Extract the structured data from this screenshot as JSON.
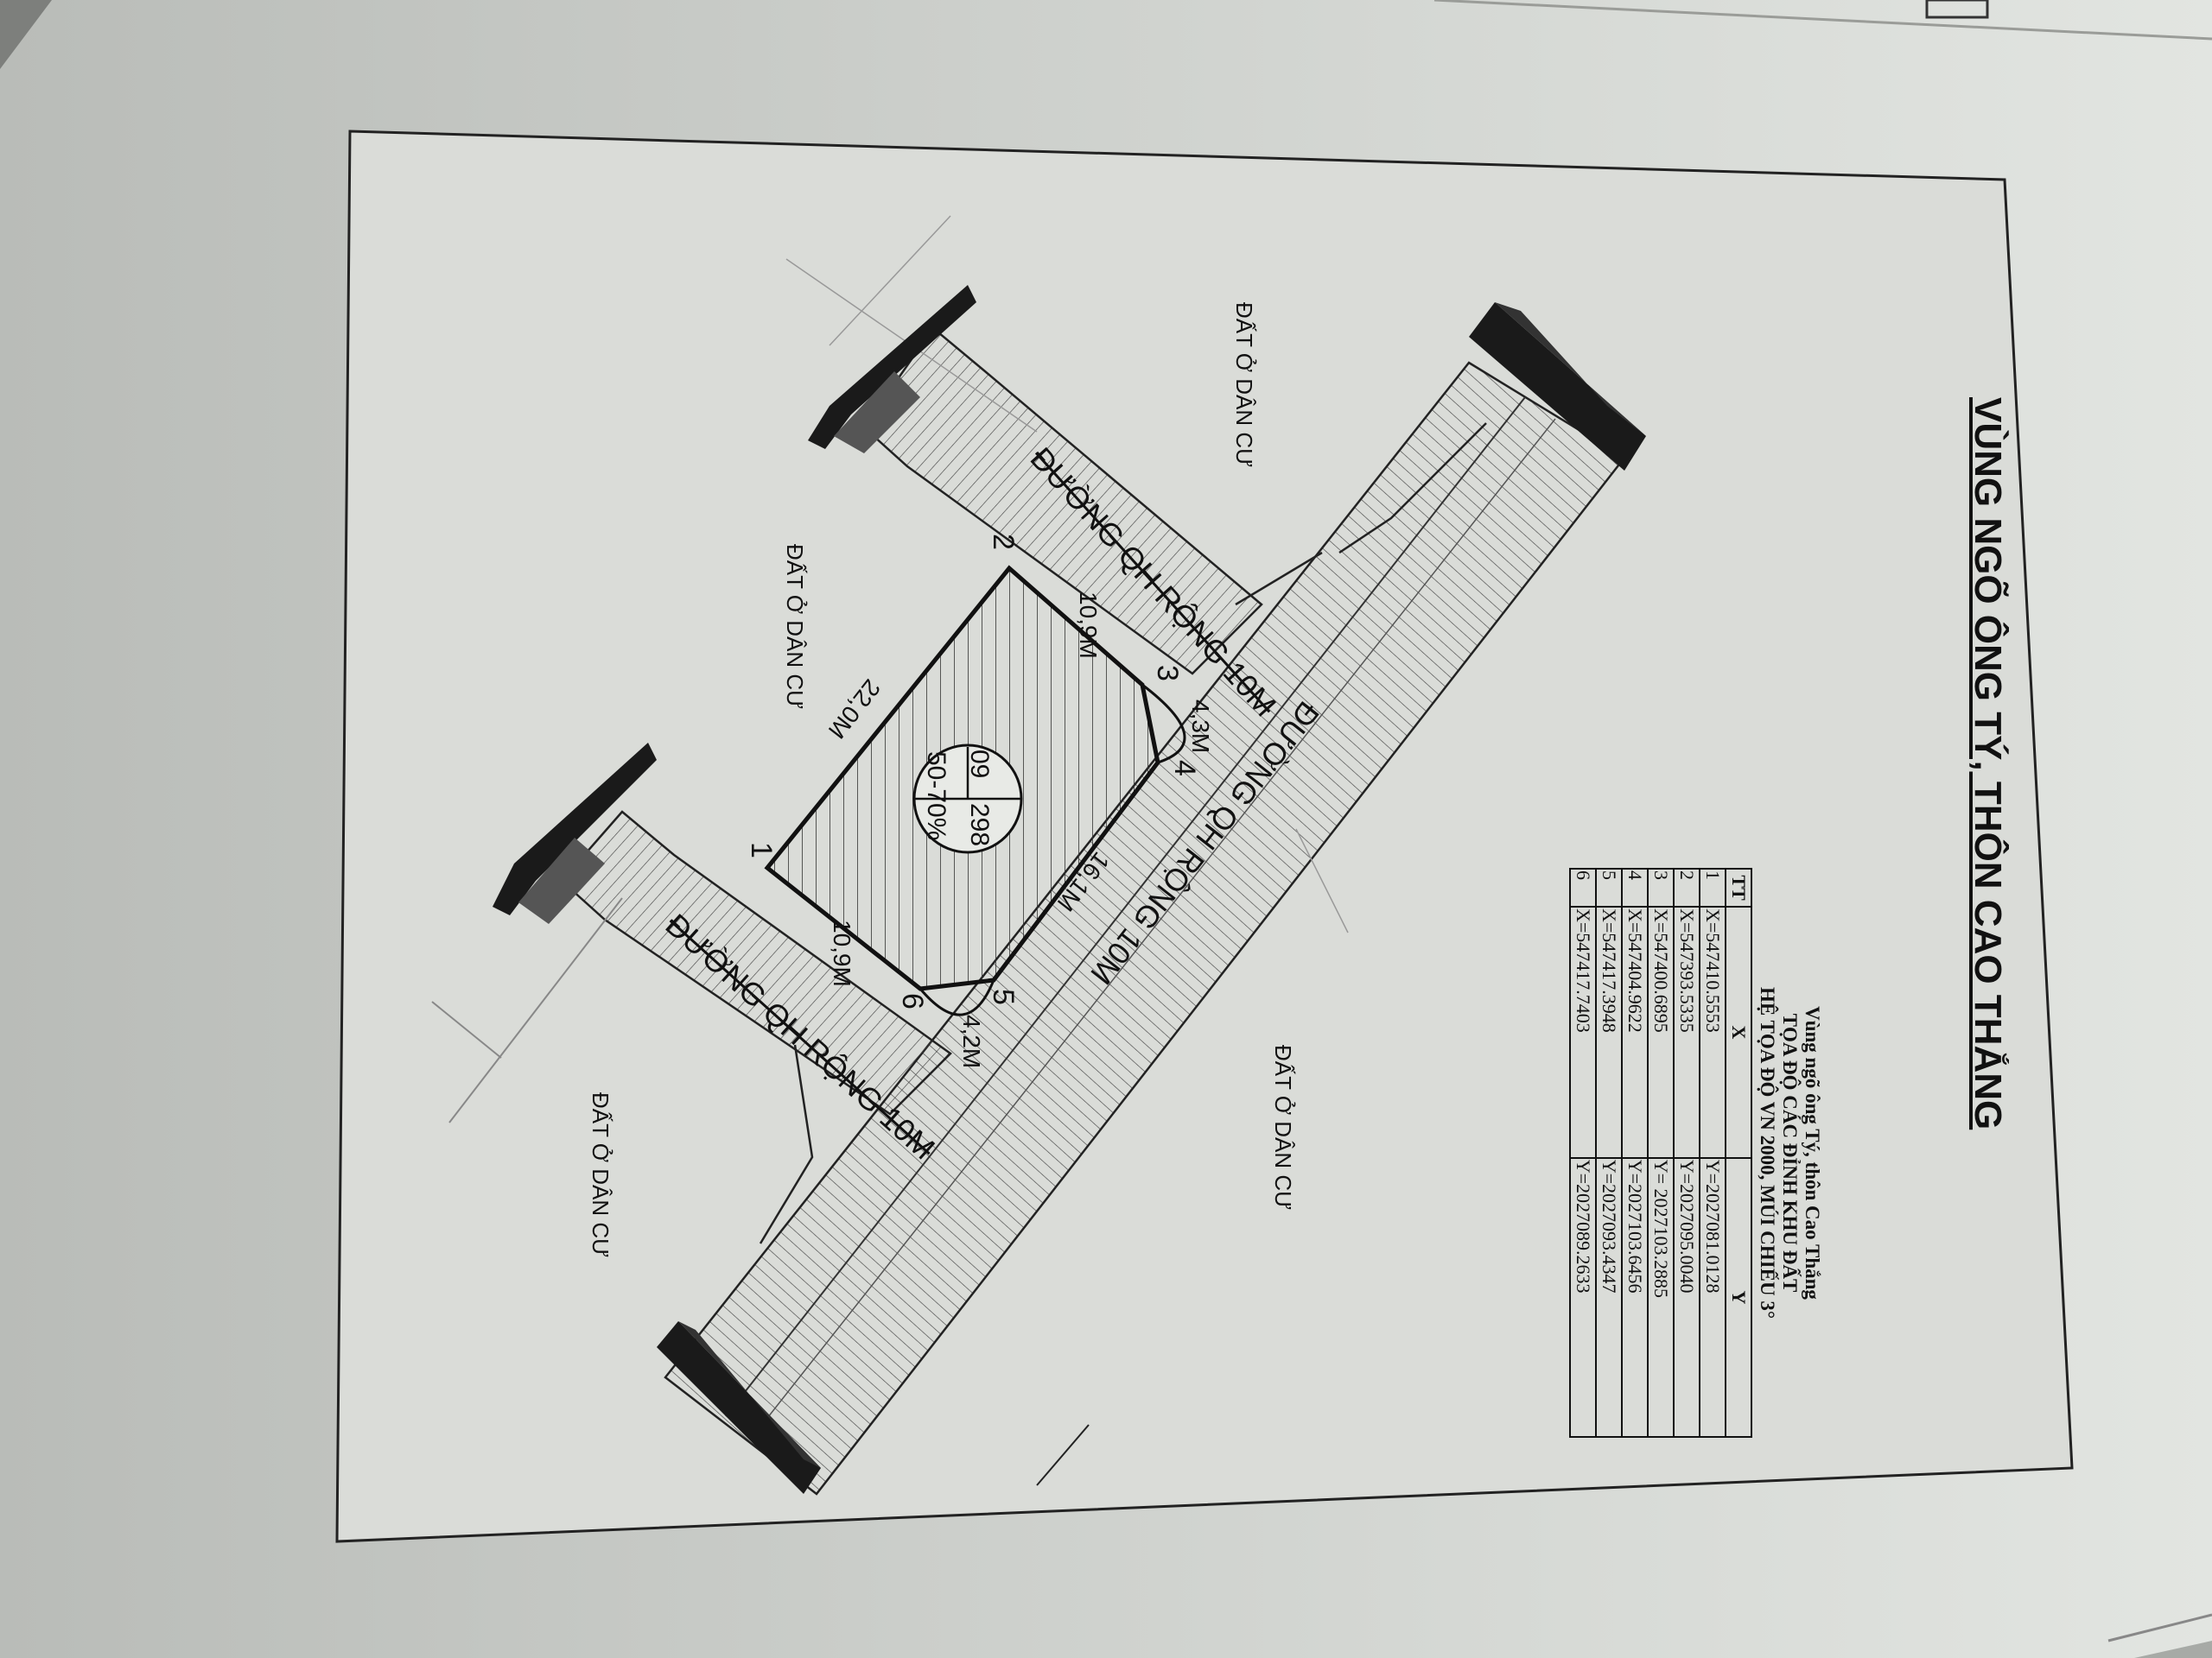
{
  "map": {
    "title": "VÙNG NGÕ ÔNG TÝ, THÔN CAO THẮNG",
    "parcel": {
      "sheet": "09",
      "lot": "298",
      "density": "50-70%"
    },
    "roads": {
      "main": "ĐƯỜNG QH RỘNG 10M",
      "upper": "ĐƯỜNG QH RỘNG 10M",
      "lower": "ĐƯỜNG QH RỘNG 10M"
    },
    "residential": [
      "ĐẤT Ở DÂN CƯ",
      "ĐẤT Ở DÂN CƯ",
      "ĐẤT Ở DÂN CƯ",
      "ĐẤT Ở DÂN CƯ"
    ],
    "dimensions": {
      "d12": "10,9M",
      "d17": "22,0M",
      "d34": "4,3M",
      "d45": "16,1M",
      "d56": "4,2M",
      "d61": "10,9M"
    },
    "vertices": [
      "1",
      "2",
      "3",
      "4",
      "5",
      "6"
    ]
  },
  "coord_table": {
    "title1": "Vùng ngõ ông Tý, thôn Cao Thắng",
    "title2": "TỌA ĐỘ CÁC ĐỈNH KHU ĐẤT",
    "title3": "HỆ TỌA ĐỘ VN 2000, MÚI CHIẾU 3°",
    "headers": [
      "TT",
      "X",
      "Y"
    ],
    "rows": [
      [
        "1",
        "X=547410.5553",
        "Y=2027081.0128"
      ],
      [
        "2",
        "X=547393.5335",
        "Y=2027095.0040"
      ],
      [
        "3",
        "X=547400.6895",
        "Y= 2027103.2885"
      ],
      [
        "4",
        "X=547404.9622",
        "Y=2027103.6456"
      ],
      [
        "5",
        "X=547417.3948",
        "Y=2027093.4347"
      ],
      [
        "6",
        "X=547417.7403",
        "Y=2027089.2633"
      ]
    ]
  }
}
